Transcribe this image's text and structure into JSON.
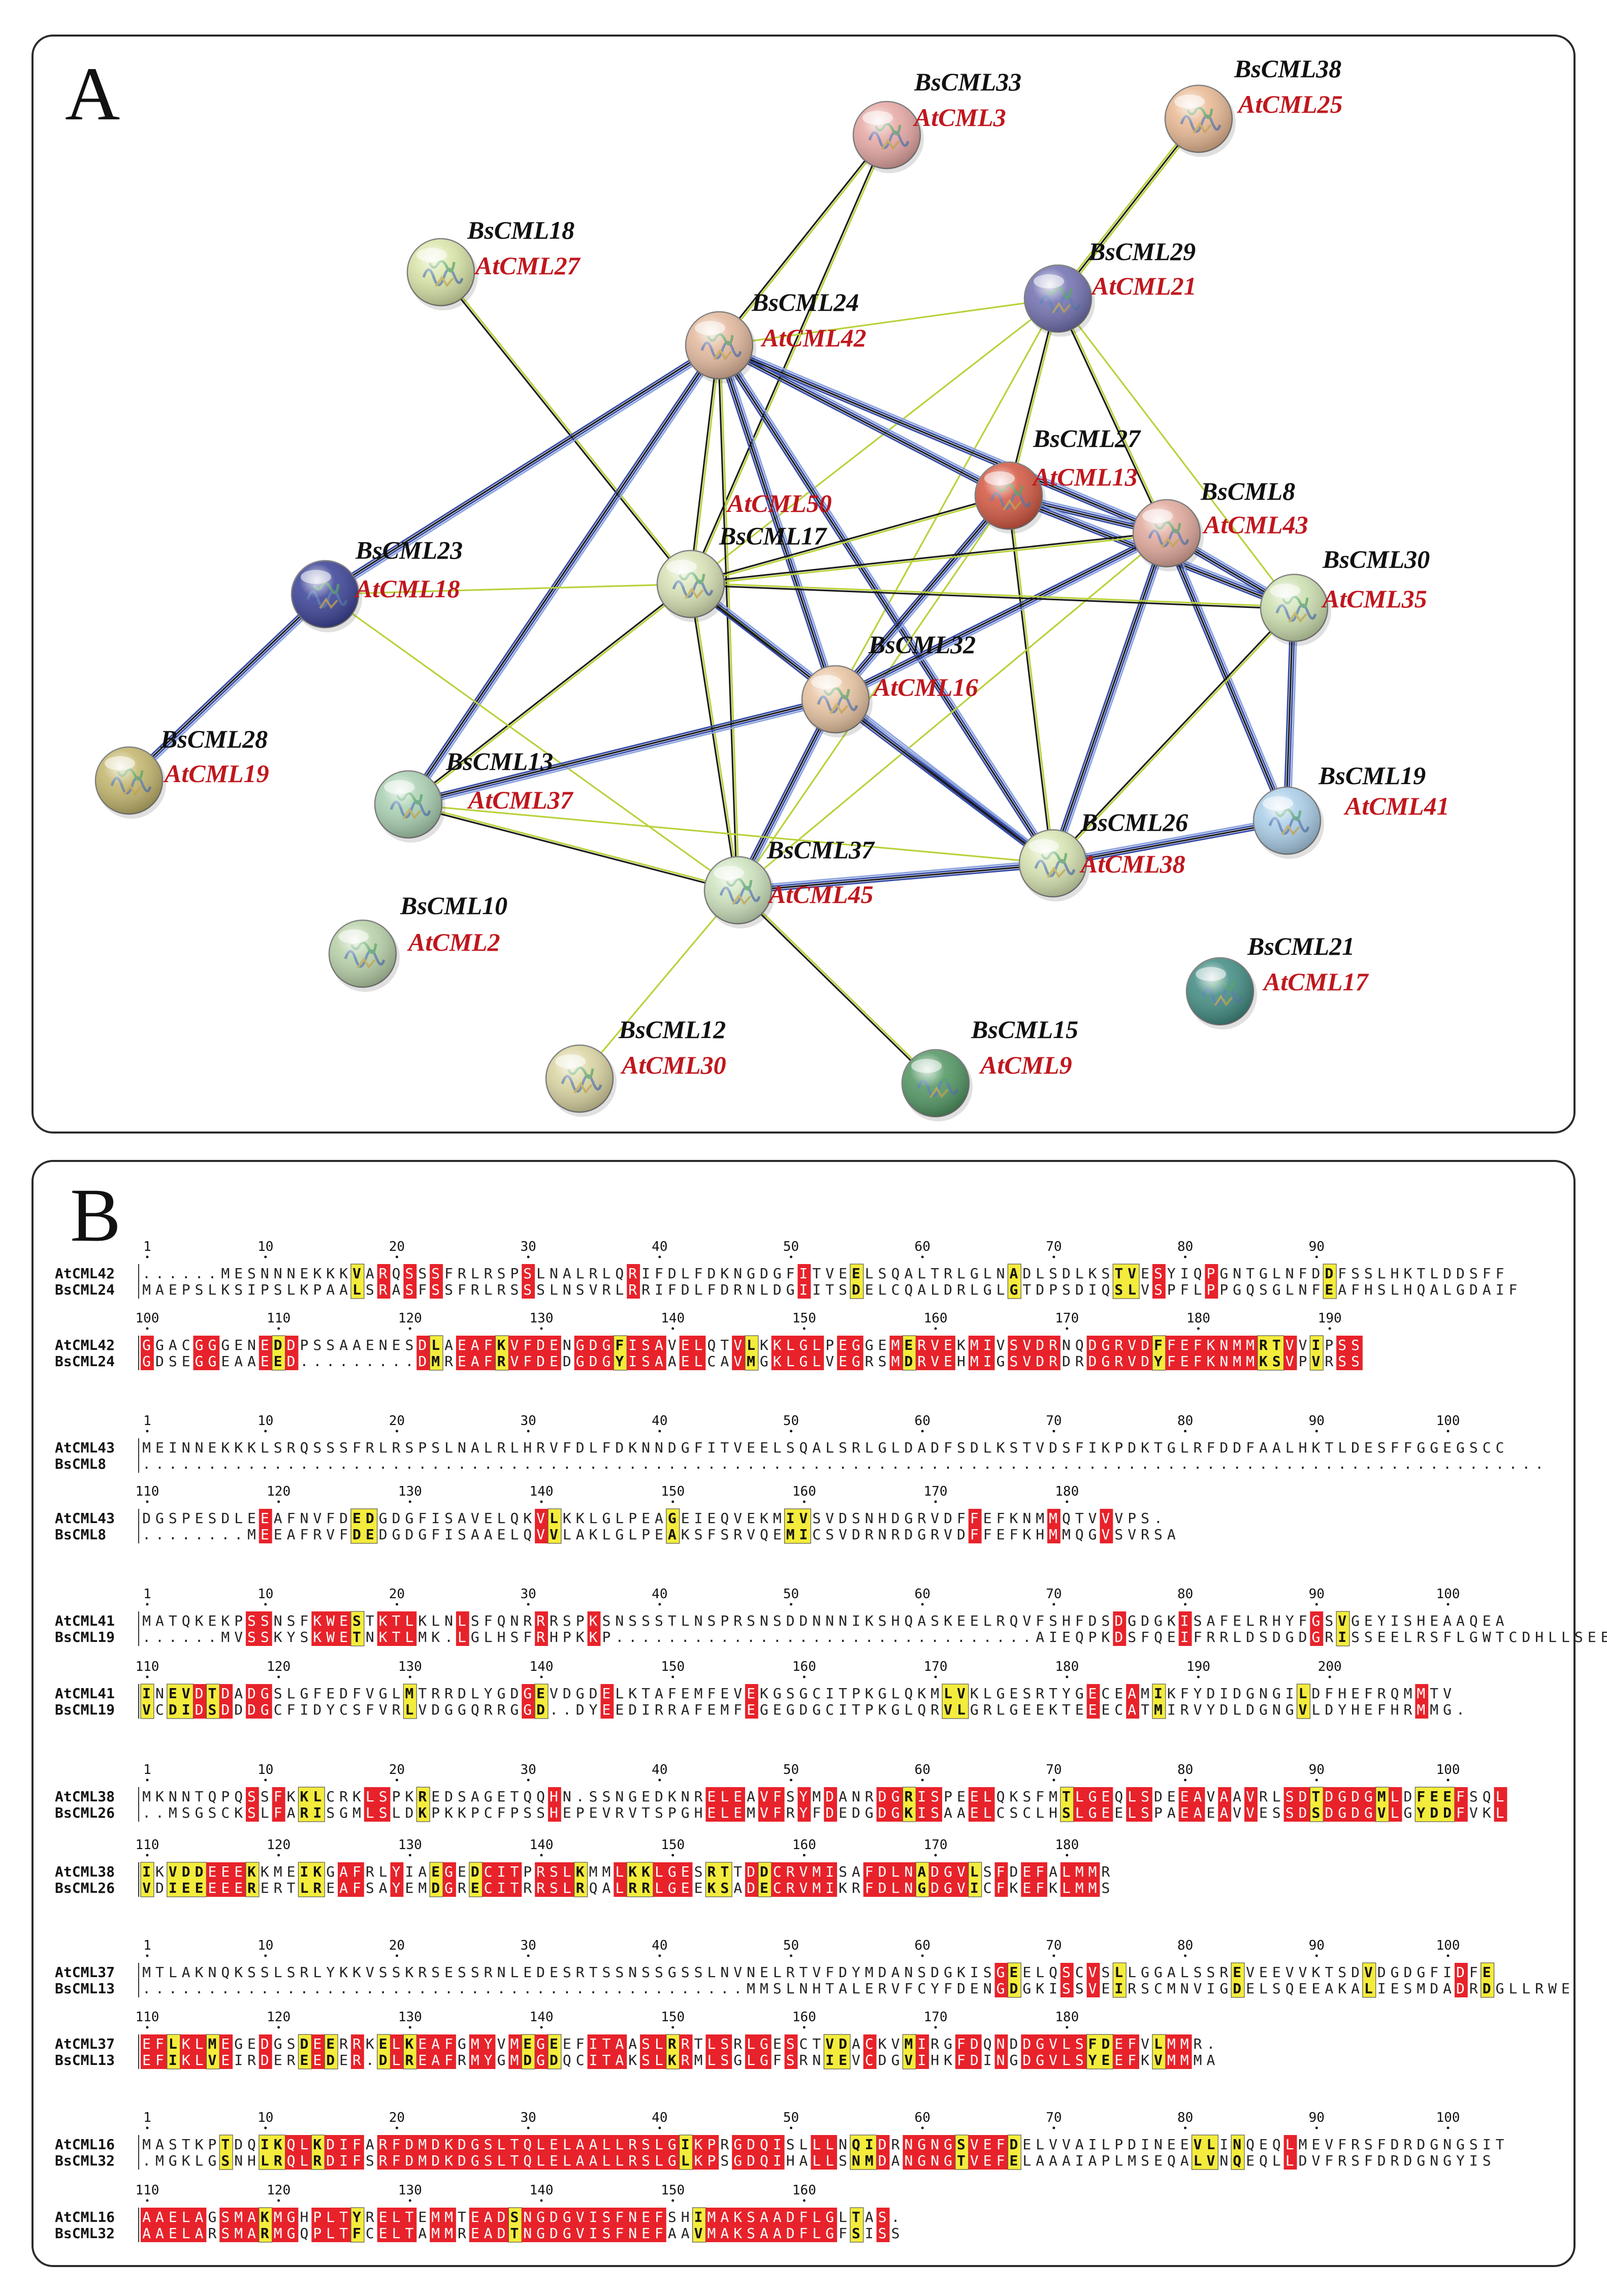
{
  "panel_a": {
    "letter": "A",
    "colors": {
      "bs_label": "#111111",
      "at_label": "#c0171e",
      "edge_green": "#b9d13a",
      "edge_black": "#1a1a1a",
      "edge_blue": "#3a4fa8",
      "edge_lightblue": "#8fa6e0"
    },
    "nodes": [
      {
        "id": "n33",
        "bs": "BsCML33",
        "at": "AtCML3",
        "color": "#e6a6a2"
      },
      {
        "id": "n38",
        "bs": "BsCML38",
        "at": "AtCML25",
        "color": "#e9b892"
      },
      {
        "id": "n18",
        "bs": "BsCML18",
        "at": "AtCML27",
        "color": "#d8e4a6"
      },
      {
        "id": "n29",
        "bs": "BsCML29",
        "at": "AtCML21",
        "color": "#6f6fb0"
      },
      {
        "id": "n24",
        "bs": "BsCML24",
        "at": "AtCML42",
        "color": "#e2b79b"
      },
      {
        "id": "n27",
        "bs": "BsCML27",
        "at": "AtCML13",
        "color": "#d3553f"
      },
      {
        "id": "n8",
        "bs": "BsCML8",
        "at": "AtCML43",
        "color": "#e0a79a"
      },
      {
        "id": "n17",
        "bs": "BsCML17",
        "at": "AtCML50",
        "color": "#d7e2b4"
      },
      {
        "id": "n23",
        "bs": "BsCML23",
        "at": "AtCML18",
        "color": "#383f95"
      },
      {
        "id": "n30",
        "bs": "BsCML30",
        "at": "AtCML35",
        "color": "#ccdfae"
      },
      {
        "id": "n32",
        "bs": "BsCML32",
        "at": "AtCML16",
        "color": "#e8c3a0"
      },
      {
        "id": "n28",
        "bs": "BsCML28",
        "at": "AtCML19",
        "color": "#c2b46a"
      },
      {
        "id": "n13",
        "bs": "BsCML13",
        "at": "AtCML37",
        "color": "#a8cfb0"
      },
      {
        "id": "n19",
        "bs": "BsCML19",
        "at": "AtCML41",
        "color": "#a9cde8"
      },
      {
        "id": "n26",
        "bs": "BsCML26",
        "at": "AtCML38",
        "color": "#d6e3b0"
      },
      {
        "id": "n37",
        "bs": "BsCML37",
        "at": "AtCML45",
        "color": "#cde3bd"
      },
      {
        "id": "n10",
        "bs": "BsCML10",
        "at": "AtCML2",
        "color": "#b6d0a6"
      },
      {
        "id": "n21",
        "bs": "BsCML21",
        "at": "AtCML17",
        "color": "#3e8a80"
      },
      {
        "id": "n12",
        "bs": "BsCML12",
        "at": "AtCML30",
        "color": "#dad4a0"
      },
      {
        "id": "n15",
        "bs": "BsCML15",
        "at": "AtCML9",
        "color": "#4f9460"
      }
    ],
    "edges": [
      {
        "a": "n33",
        "b": "n24",
        "kind": "bk"
      },
      {
        "a": "n33",
        "b": "n17",
        "kind": "bk"
      },
      {
        "a": "n38",
        "b": "n29",
        "kind": "gk"
      },
      {
        "a": "n18",
        "b": "n17",
        "kind": "bk"
      },
      {
        "a": "n29",
        "b": "n24",
        "kind": "g"
      },
      {
        "a": "n29",
        "b": "n17",
        "kind": "g"
      },
      {
        "a": "n29",
        "b": "n27",
        "kind": "bk"
      },
      {
        "a": "n29",
        "b": "n8",
        "kind": "bk"
      },
      {
        "a": "n29",
        "b": "n30",
        "kind": "g"
      },
      {
        "a": "n29",
        "b": "n32",
        "kind": "g"
      },
      {
        "a": "n24",
        "b": "n23",
        "kind": "bb"
      },
      {
        "a": "n24",
        "b": "n17",
        "kind": "bk"
      },
      {
        "a": "n24",
        "b": "n13",
        "kind": "bb"
      },
      {
        "a": "n24",
        "b": "n37",
        "kind": "bk"
      },
      {
        "a": "n24",
        "b": "n32",
        "kind": "bb"
      },
      {
        "a": "n24",
        "b": "n27",
        "kind": "bb"
      },
      {
        "a": "n24",
        "b": "n8",
        "kind": "bb"
      },
      {
        "a": "n24",
        "b": "n26",
        "kind": "bb"
      },
      {
        "a": "n27",
        "b": "n17",
        "kind": "bk"
      },
      {
        "a": "n27",
        "b": "n8",
        "kind": "bb"
      },
      {
        "a": "n27",
        "b": "n32",
        "kind": "bb"
      },
      {
        "a": "n27",
        "b": "n37",
        "kind": "g"
      },
      {
        "a": "n27",
        "b": "n26",
        "kind": "bk"
      },
      {
        "a": "n27",
        "b": "n30",
        "kind": "bb"
      },
      {
        "a": "n8",
        "b": "n17",
        "kind": "bk"
      },
      {
        "a": "n8",
        "b": "n30",
        "kind": "bb"
      },
      {
        "a": "n8",
        "b": "n19",
        "kind": "bb"
      },
      {
        "a": "n8",
        "b": "n26",
        "kind": "bb"
      },
      {
        "a": "n8",
        "b": "n32",
        "kind": "bb"
      },
      {
        "a": "n8",
        "b": "n37",
        "kind": "g"
      },
      {
        "a": "n17",
        "b": "n23",
        "kind": "g"
      },
      {
        "a": "n17",
        "b": "n30",
        "kind": "bk"
      },
      {
        "a": "n17",
        "b": "n32",
        "kind": "bk"
      },
      {
        "a": "n17",
        "b": "n13",
        "kind": "bk"
      },
      {
        "a": "n17",
        "b": "n37",
        "kind": "bk"
      },
      {
        "a": "n17",
        "b": "n26",
        "kind": "bb"
      },
      {
        "a": "n23",
        "b": "n28",
        "kind": "bb"
      },
      {
        "a": "n23",
        "b": "n37",
        "kind": "g"
      },
      {
        "a": "n30",
        "b": "n19",
        "kind": "bb"
      },
      {
        "a": "n30",
        "b": "n26",
        "kind": "bk"
      },
      {
        "a": "n32",
        "b": "n13",
        "kind": "bb"
      },
      {
        "a": "n32",
        "b": "n37",
        "kind": "bb"
      },
      {
        "a": "n32",
        "b": "n26",
        "kind": "bb"
      },
      {
        "a": "n13",
        "b": "n37",
        "kind": "bk"
      },
      {
        "a": "n13",
        "b": "n26",
        "kind": "g"
      },
      {
        "a": "n37",
        "b": "n26",
        "kind": "bb"
      },
      {
        "a": "n37",
        "b": "n12",
        "kind": "g"
      },
      {
        "a": "n37",
        "b": "n15",
        "kind": "bk"
      },
      {
        "a": "n26",
        "b": "n19",
        "kind": "bb"
      }
    ]
  },
  "panel_b": {
    "letter": "B",
    "colors": {
      "identical_bg": "#e8222a",
      "identical_fg": "#ffffff",
      "similar_bg": "#f4ec3c",
      "similar_fg": "#111111",
      "plain_fg": "#222222"
    },
    "blocks": [
      {
        "ticks": [
          1,
          10,
          20,
          30,
          40,
          50,
          60,
          70,
          80,
          90
        ],
        "rows": [
          {
            "name": "AtCML42",
            "seq": "......MESNNNEKKKVARQSSSFRLRSPSLNALRLQRIFDLFDKNGDGFITVEELSQALTRLGLNADLSDLKSTVESYIQPGNTGLNFDDFSSLHKTLDDSFF"
          },
          {
            "name": "BsCML24",
            "seq": "MAEPSLKSIPSLKPAALSRASFSSFRLRSSSLNSVRLRRIFDLFDRNLDGIITSDELCQALDRLGLGTDPSDIQSLVSPFLPPGQSGLNFEAFHSLHQALGDAIF"
          }
        ]
      },
      {
        "ticks": [
          100,
          110,
          120,
          130,
          140,
          150,
          160,
          170,
          180,
          190
        ],
        "rows": [
          {
            "name": "AtCML42",
            "seq": "GGACGGGENEDDPSSAAENESDLAEAFKVFDENGDGFISAVELQTVLKKLGLPEGGEMERVEKMIVSVDRNQDGRVDFFEFKNMMRTVVIPSS"
          },
          {
            "name": "BsCML24",
            "seq": "GDSEGGEAAEED.........DMREAFRVFDEDGDGYISAAELCAVMGKLGLVEGRSMDRVEHMIGSVDRDRDGRVDYFEFKNMMKSVPVRSS"
          }
        ]
      },
      {
        "ticks": [
          1,
          10,
          20,
          30,
          40,
          50,
          60,
          70,
          80,
          90,
          100
        ],
        "rows": [
          {
            "name": "AtCML43",
            "seq": "MEINNEKKKLSRQSSSFRLRSPSLNALRLHRVFDLFDKNNDGFITVEELSQALSRLGLDADFSDLKSTVDSFIKPDKTGLRFDDFAALHKTLDESFFGGEGSCC"
          },
          {
            "name": "BsCML8",
            "seq": "..........................................................................................................."
          }
        ]
      },
      {
        "ticks": [
          110,
          120,
          130,
          140,
          150,
          160,
          170,
          180
        ],
        "rows": [
          {
            "name": "AtCML43",
            "seq": "DGSPESDLEEAFNVFDEDGDGFISAVELQKVLKKLGLPEAGEIEQVEKMIVSVDSNHDGRVDFFEFKNMMQTVVVPS."
          },
          {
            "name": "BsCML8",
            "seq": "........MEEAFRVFDEDGDGFISAAELQVVLAKLGLPEAKSFSRVQEMICSVDRNRDGRVDFFEFKHMMQGVSVRSA"
          }
        ]
      },
      {
        "ticks": [
          1,
          10,
          20,
          30,
          40,
          50,
          60,
          70,
          80,
          90,
          100
        ],
        "rows": [
          {
            "name": "AtCML41",
            "seq": "MATQKEKPSSNSFKWESTKTLKLNLSFQNRRRSPKSNSSSTLNSPRSNSDDNNNIKSHQASKEELRQVFSHFDSDGDGKISAFELRHYFGSVGEYISHEAAQEA"
          },
          {
            "name": "BsCML19",
            "seq": "......MVSSKYSKWETNKTLMK.LGLHSFRHPKKP................................AIEQPKDSFQEIFRRLDSDGDGRISSEELRSFLGWTCDHLLSEEASMV"
          }
        ]
      },
      {
        "ticks": [
          110,
          120,
          130,
          140,
          150,
          160,
          170,
          180,
          190,
          200
        ],
        "rows": [
          {
            "name": "AtCML41",
            "seq": "INEVDTDADGSLGFEDFVGLMTRRDLYGDGEVDGDELKTAFEMFEVEKGSGCITPKGLQKMLVKLGESRTYGECEAMIKFYDIDGNGILDFHEFRQMMTV"
          },
          {
            "name": "BsCML19",
            "seq": "VCDIDSDDDGCFIDYCSFVRLVDGGQRRGGD..DYEEDIRRAFEMFEGEGDGCITPKGLQRVLGRLGEEKTEEECATMIRVYDLDGNGVLDYHEFHRMMG."
          }
        ]
      },
      {
        "ticks": [
          1,
          10,
          20,
          30,
          40,
          50,
          60,
          70,
          80,
          90,
          100
        ],
        "rows": [
          {
            "name": "AtCML38",
            "seq": "MKNNTQPQSSFKKLCRKLSPKREDSAGETQQHN.SSNGEDKNRELEAVFSYMDANRDGRISPEELQKSFMTLGEQLSDEEAVAAVRLSDTDGDGMLDFEEFSQL"
          },
          {
            "name": "BsCML26",
            "seq": "..MSGSCKSLFARISGMLSLDKPKKPCFPSSHEPEVRVTSPGHELEMVFRYFDEDGDGKISAAELCSCLHSLGEELSPAEAEAVVESSDSDGDGVLGYDDFVKL"
          }
        ]
      },
      {
        "ticks": [
          110,
          120,
          130,
          140,
          150,
          160,
          170,
          180
        ],
        "rows": [
          {
            "name": "AtCML38",
            "seq": "IKVDDEEEKKMEIKGAFRLYIAEGEDCITPRSLKMMLKKLGESRTTDDCRVMISAFDLNADGVLSFDEFALMMR"
          },
          {
            "name": "BsCML26",
            "seq": "VDIEEEEERERTLREAFSAYEMDGRECITRRSLRQALRRLGEEKSADECRVMIKRFDLNGDGVICFKEFKLMMS"
          }
        ]
      },
      {
        "ticks": [
          1,
          10,
          20,
          30,
          40,
          50,
          60,
          70,
          80,
          90,
          100
        ],
        "rows": [
          {
            "name": "AtCML37",
            "seq": "MTLAKNQKSSLSRLYKKVSSKRSESSRNLEDESRTSSNSSGSSLNVNELRTVFDYMDANSDGKISGEELQSCVSLLGGALSSREVEEVVKTSDVDGDGFIDFE"
          },
          {
            "name": "BsCML13",
            "seq": "..............................................MMSLNHTALERVFCYFDENGDGKISSVEIRSCMNVIGDELSQEEAKALIESMDADRDGLLRWE"
          }
        ]
      },
      {
        "ticks": [
          110,
          120,
          130,
          140,
          150,
          160,
          170,
          180
        ],
        "rows": [
          {
            "name": "AtCML37",
            "seq": "EFLKLMEGEDGSDEERRKELKEAFGMYVMEGEEFITAASLRRTLSRLGESCTVDACKVMIRGFDQNDDGVLSFDEFVLMMR."
          },
          {
            "name": "BsCML13",
            "seq": "EFIKLVEIRDEREEDER.DLREAFRMYGMDGDQCITAKSLKRMLSGLGFSRNIEVCDGVIHKFDINGDGVLSYEEFKVMMMA"
          }
        ]
      },
      {
        "ticks": [
          1,
          10,
          20,
          30,
          40,
          50,
          60,
          70,
          80,
          90,
          100
        ],
        "rows": [
          {
            "name": "AtCML16",
            "seq": "MASTKPTDQIKQLKDIFARFDMDKDGSLTQLELAALLRSLGIKPRGDQISLLLNQIDRNGNGSVEFDELVVAILPDINEEVLINQEQLMEVFRSFDRDGNGSIT"
          },
          {
            "name": "BsCML32",
            "seq": ".MGKLGSNHLRQLRDIFSRFDMDKDGSLTQLELAALLRSLGLKPSGDQIHALLSNMDANGNGTVEFELAAAIAPLMSEQALVNQEQLLDVFRSFDRDGNGYIS"
          }
        ]
      },
      {
        "ticks": [
          110,
          120,
          130,
          140,
          150,
          160
        ],
        "rows": [
          {
            "name": "AtCML16",
            "seq": "AAELAGSMAKMGHPLTYRELTEMMTEADSNGDGVISFNEFSHIMAKSAADFLGLTAS."
          },
          {
            "name": "BsCML32",
            "seq": "AAELARSMARMGQPLTFCELTAMMREADTNGDGVISFNEFAAVMAKSAADFLGFSISS"
          }
        ]
      }
    ]
  }
}
